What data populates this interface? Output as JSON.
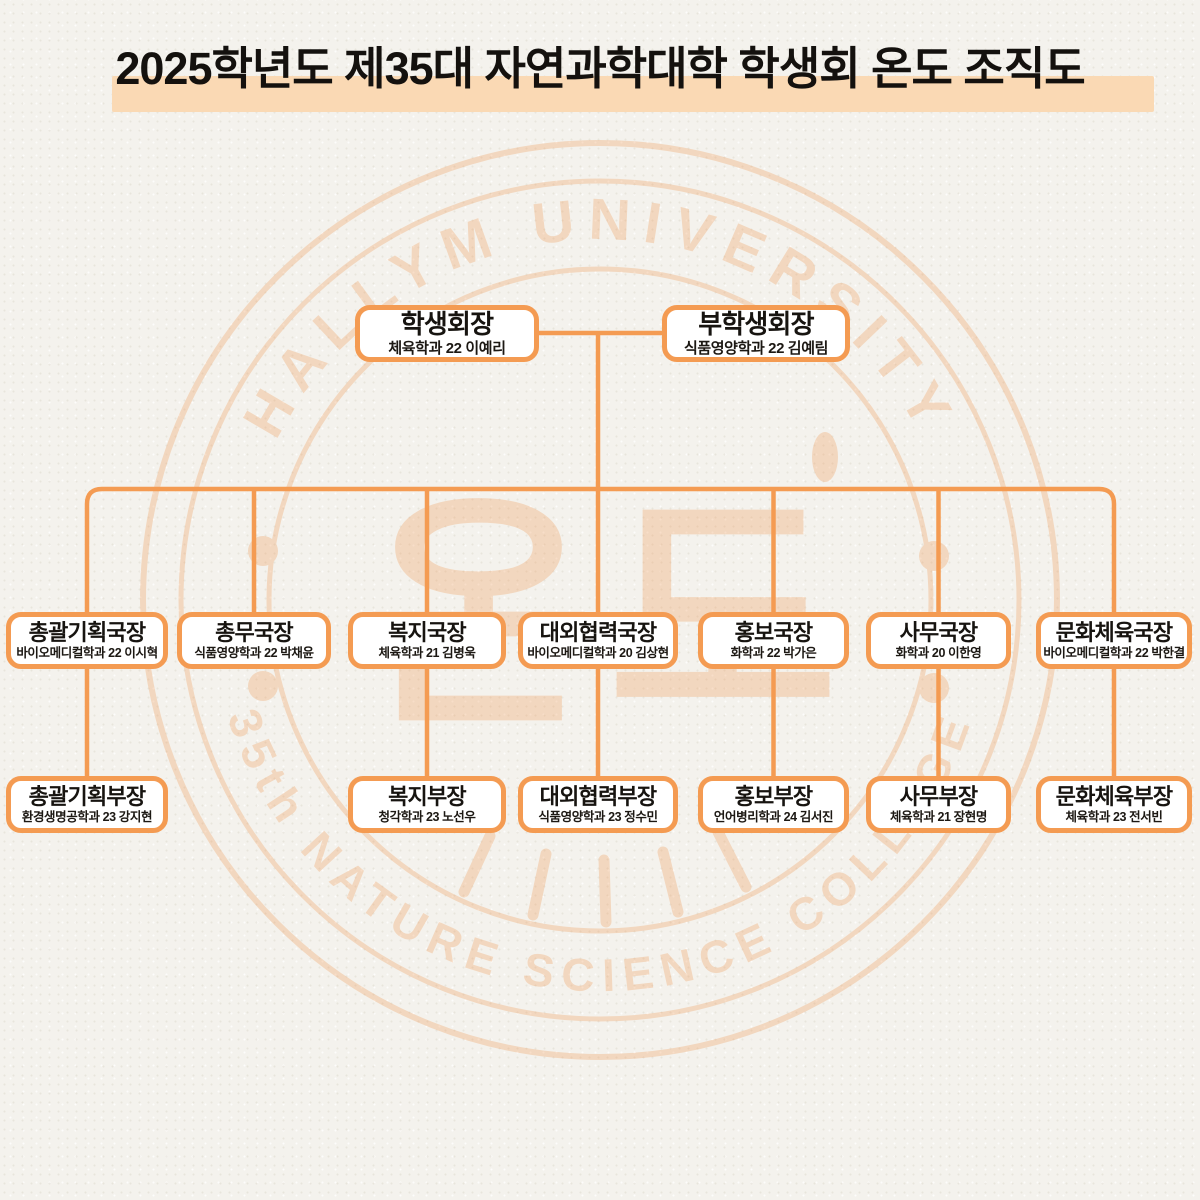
{
  "title": "2025학년도 제35대 자연과학대학 학생회 온도 조직도",
  "colors": {
    "accent_orange": "#f49b52",
    "title_band": "#fad9b4",
    "watermark_peach": "#f0a160",
    "background_paper": "#f4f2ed",
    "text_black": "#14110e",
    "node_fill": "#ffffff"
  },
  "watermark": {
    "top_arc": "HALLYM UNIVERSITY",
    "bottom_arc": "35th NATURE SCIENCE COLLEGE",
    "center_mark": "온도"
  },
  "org": {
    "president": {
      "title": "학생회장",
      "subtitle": "체육학과 22 이예리"
    },
    "vice_president": {
      "title": "부학생회장",
      "subtitle": "식품영양학과 22 김예림"
    },
    "directors": [
      {
        "title": "총괄기획국장",
        "subtitle": "바이오메디컬학과 22 이시혁"
      },
      {
        "title": "총무국장",
        "subtitle": "식품영양학과 22 박채윤"
      },
      {
        "title": "복지국장",
        "subtitle": "체육학과 21 김병욱"
      },
      {
        "title": "대외협력국장",
        "subtitle": "바이오메디컬학과 20 김상현"
      },
      {
        "title": "홍보국장",
        "subtitle": "화학과 22 박가은"
      },
      {
        "title": "사무국장",
        "subtitle": "화학과 20 이한영"
      },
      {
        "title": "문화체육국장",
        "subtitle": "바이오메디컬학과 22 박한결"
      }
    ],
    "deputies": [
      {
        "title": "총괄기획부장",
        "subtitle": "환경생명공학과 23 강지현"
      },
      {
        "title": "복지부장",
        "subtitle": "청각학과 23 노선우"
      },
      {
        "title": "대외협력부장",
        "subtitle": "식품영양학과 23 정수민"
      },
      {
        "title": "홍보부장",
        "subtitle": "언어병리학과 24 김서진"
      },
      {
        "title": "사무부장",
        "subtitle": "체육학과 21 장현명"
      },
      {
        "title": "문화체육부장",
        "subtitle": "체육학과 23 전서빈"
      }
    ]
  }
}
